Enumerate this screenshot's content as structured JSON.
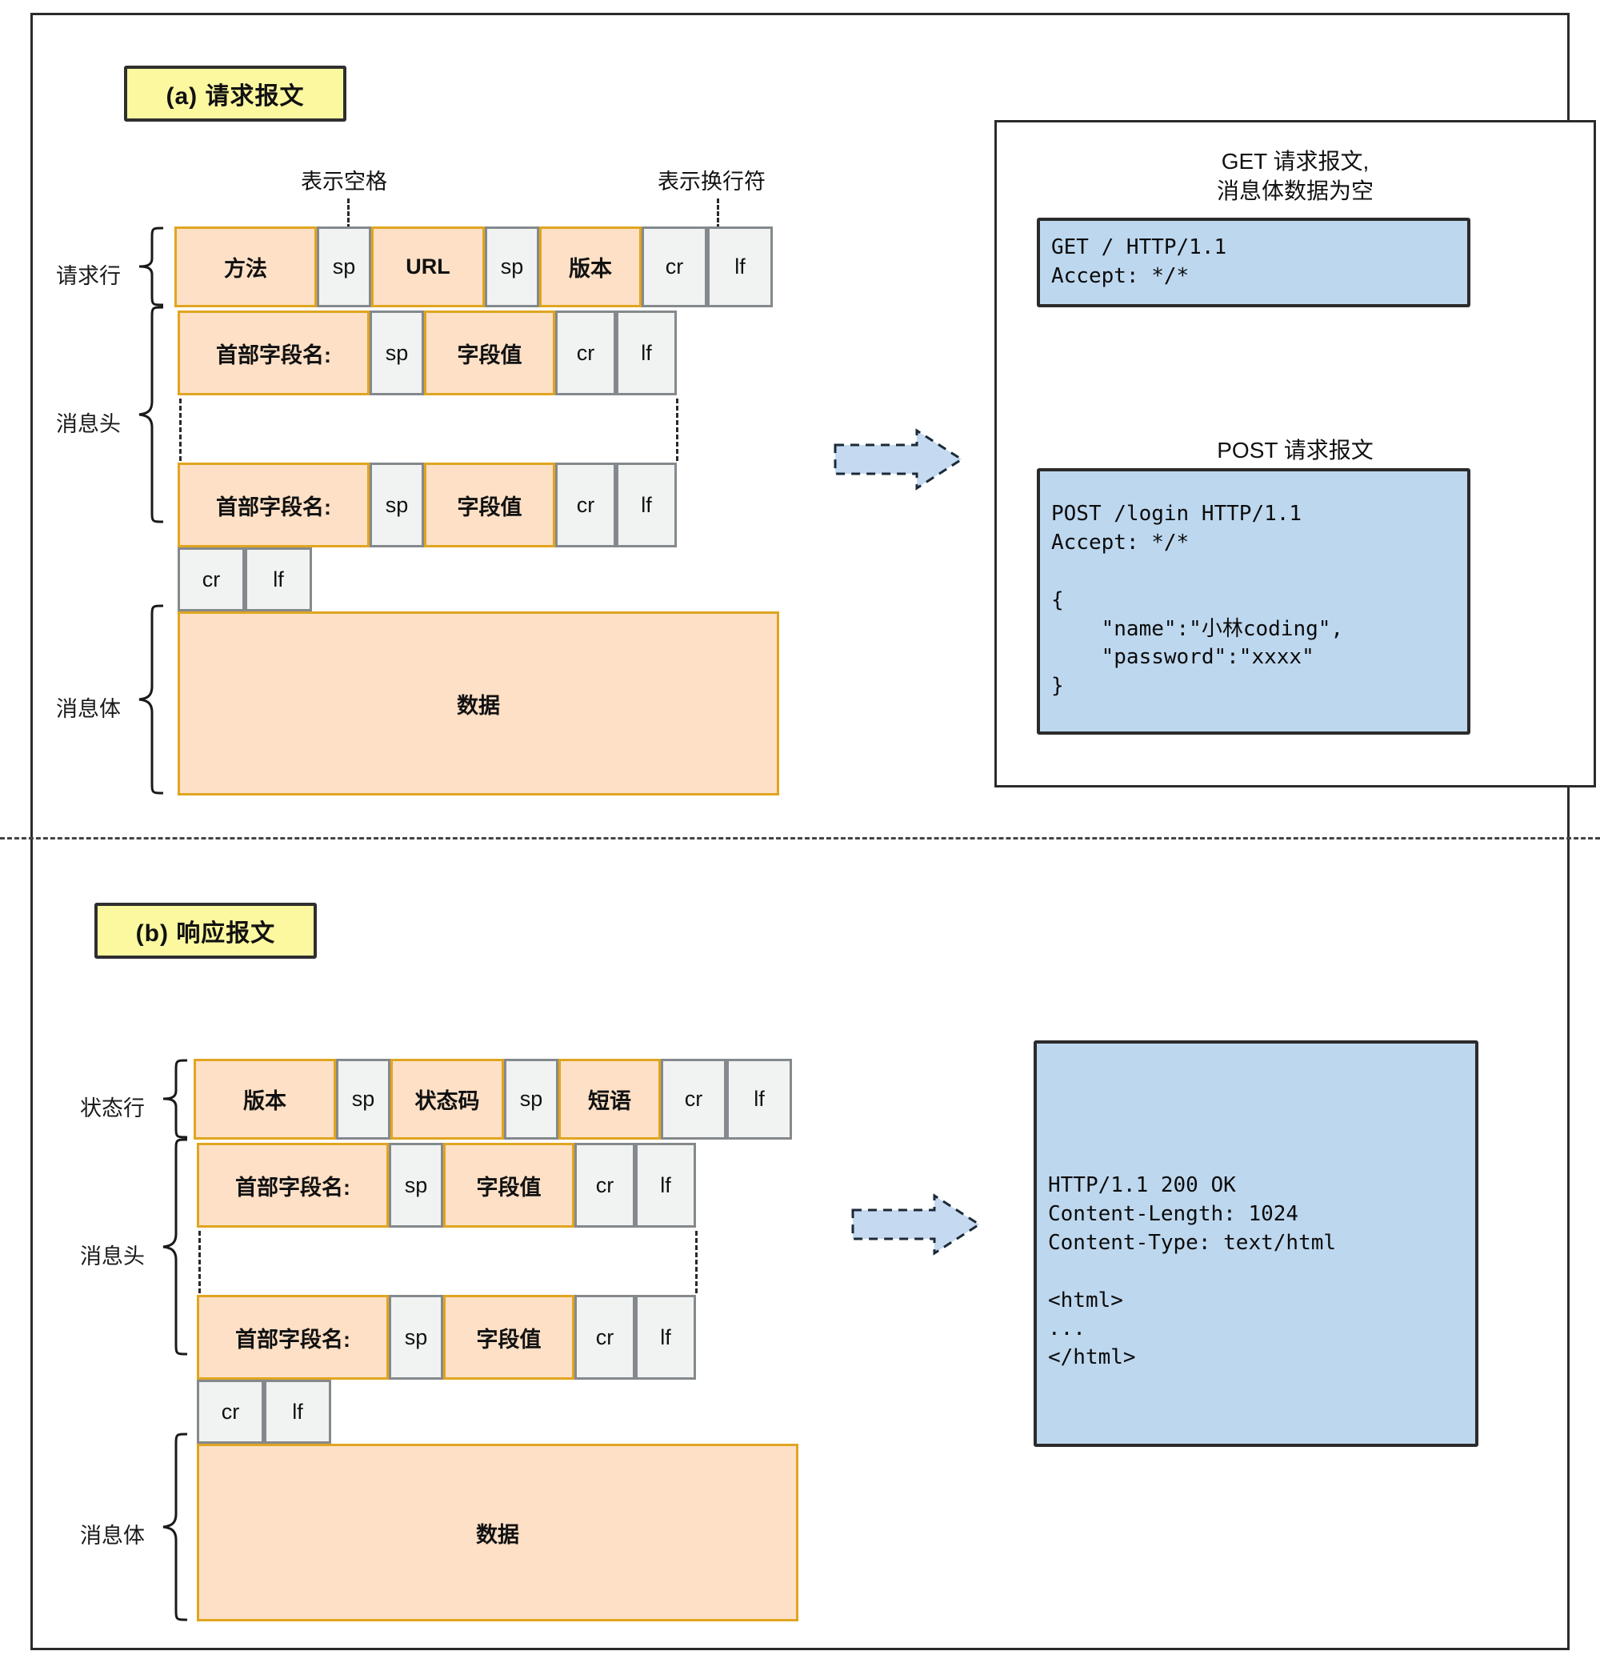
{
  "diagram": {
    "title_a": "(a) 请求报文",
    "title_b": "(b) 响应报文",
    "callouts": {
      "sp": "表示空格",
      "crlf": "表示换行符"
    }
  },
  "request": {
    "group_labels": {
      "request_line": "请求行",
      "headers": "消息头",
      "body": "消息体"
    },
    "request_line_cells": [
      {
        "text": "方法",
        "type": "orange"
      },
      {
        "text": "sp",
        "type": "gray"
      },
      {
        "text": "URL",
        "type": "orange"
      },
      {
        "text": "sp",
        "type": "gray"
      },
      {
        "text": "版本",
        "type": "orange"
      },
      {
        "text": "cr",
        "type": "gray"
      },
      {
        "text": "lf",
        "type": "gray"
      }
    ],
    "header_row_cells": [
      {
        "text": "首部字段名:",
        "type": "orange"
      },
      {
        "text": "sp",
        "type": "gray"
      },
      {
        "text": "字段值",
        "type": "orange"
      },
      {
        "text": "cr",
        "type": "gray"
      },
      {
        "text": "lf",
        "type": "gray"
      }
    ],
    "blank_line_cells": [
      {
        "text": "cr",
        "type": "gray"
      },
      {
        "text": "lf",
        "type": "gray"
      }
    ],
    "body_cell": {
      "text": "数据",
      "type": "orange"
    }
  },
  "response": {
    "group_labels": {
      "status_line": "状态行",
      "headers": "消息头",
      "body": "消息体"
    },
    "status_line_cells": [
      {
        "text": "版本",
        "type": "orange"
      },
      {
        "text": "sp",
        "type": "gray"
      },
      {
        "text": "状态码",
        "type": "orange"
      },
      {
        "text": "sp",
        "type": "gray"
      },
      {
        "text": "短语",
        "type": "orange"
      },
      {
        "text": "cr",
        "type": "gray"
      },
      {
        "text": "lf",
        "type": "gray"
      }
    ],
    "header_row_cells": [
      {
        "text": "首部字段名:",
        "type": "orange"
      },
      {
        "text": "sp",
        "type": "gray"
      },
      {
        "text": "字段值",
        "type": "orange"
      },
      {
        "text": "cr",
        "type": "gray"
      },
      {
        "text": "lf",
        "type": "gray"
      }
    ],
    "blank_line_cells": [
      {
        "text": "cr",
        "type": "gray"
      },
      {
        "text": "lf",
        "type": "gray"
      }
    ],
    "body_cell": {
      "text": "数据",
      "type": "orange"
    }
  },
  "examples": {
    "get_title": "GET 请求报文,\n消息体数据为空",
    "get_code": "GET / HTTP/1.1\nAccept: */*",
    "post_title": "POST 请求报文",
    "post_code": "POST /login HTTP/1.1\nAccept: */*\n\n{\n    \"name\":\"小林coding\",\n    \"password\":\"xxxx\"\n}",
    "response_code": "HTTP/1.1 200 OK\nContent-Length: 1024\nContent-Type: text/html\n\n<html>\n...\n</html>"
  },
  "colors": {
    "orange_fill": "#fde0c6",
    "orange_border": "#e0a520",
    "gray_fill": "#f1f2f2",
    "gray_border": "#84898d",
    "code_fill": "#bdd7ee",
    "caption_fill": "#fbf8a0",
    "ink": "#2b2b2b"
  }
}
